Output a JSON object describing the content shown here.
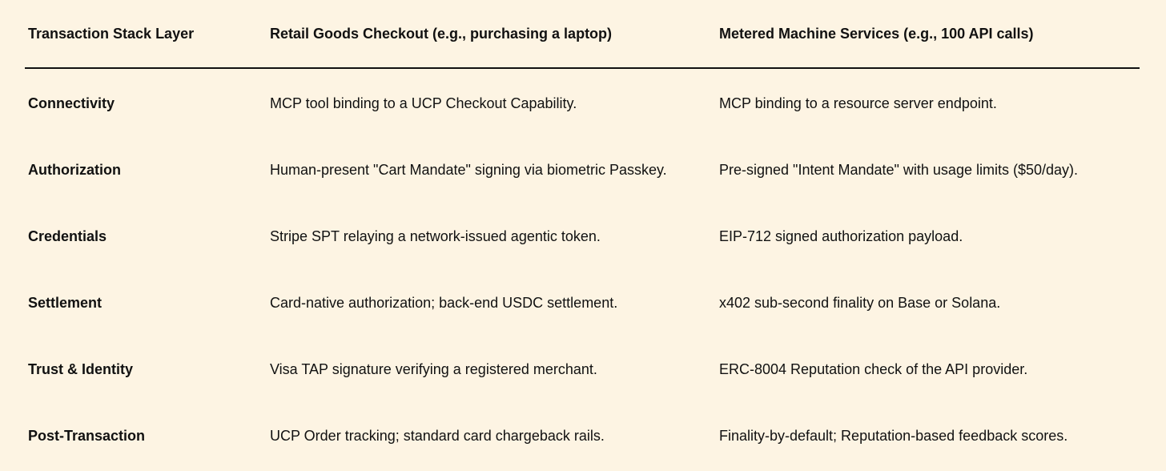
{
  "table": {
    "colors": {
      "background": "#fdf4e3",
      "text": "#111111",
      "rule": "#111111"
    },
    "headers": [
      "Transaction Stack Layer",
      "Retail Goods Checkout (e.g., purchasing a laptop)",
      "Metered Machine Services (e.g., 100 API calls)"
    ],
    "rows": [
      {
        "layer": "Connectivity",
        "retail": "MCP tool binding to a UCP Checkout Capability.",
        "metered": "MCP binding to a resource server endpoint."
      },
      {
        "layer": "Authorization",
        "retail": "Human-present \"Cart Mandate\" signing via biometric Passkey.",
        "metered": "Pre-signed \"Intent Mandate\" with usage limits ($50/day)."
      },
      {
        "layer": "Credentials",
        "retail": "Stripe SPT relaying a network-issued agentic token.",
        "metered": "EIP-712 signed authorization payload."
      },
      {
        "layer": "Settlement",
        "retail": "Card-native authorization; back-end USDC settlement.",
        "metered": "x402 sub-second finality on Base or Solana."
      },
      {
        "layer": "Trust & Identity",
        "retail": "Visa TAP signature verifying a registered merchant.",
        "metered": "ERC-8004 Reputation check of the API provider."
      },
      {
        "layer": "Post-Transaction",
        "retail": "UCP Order tracking; standard card chargeback rails.",
        "metered": "Finality-by-default; Reputation-based feedback scores."
      }
    ]
  }
}
